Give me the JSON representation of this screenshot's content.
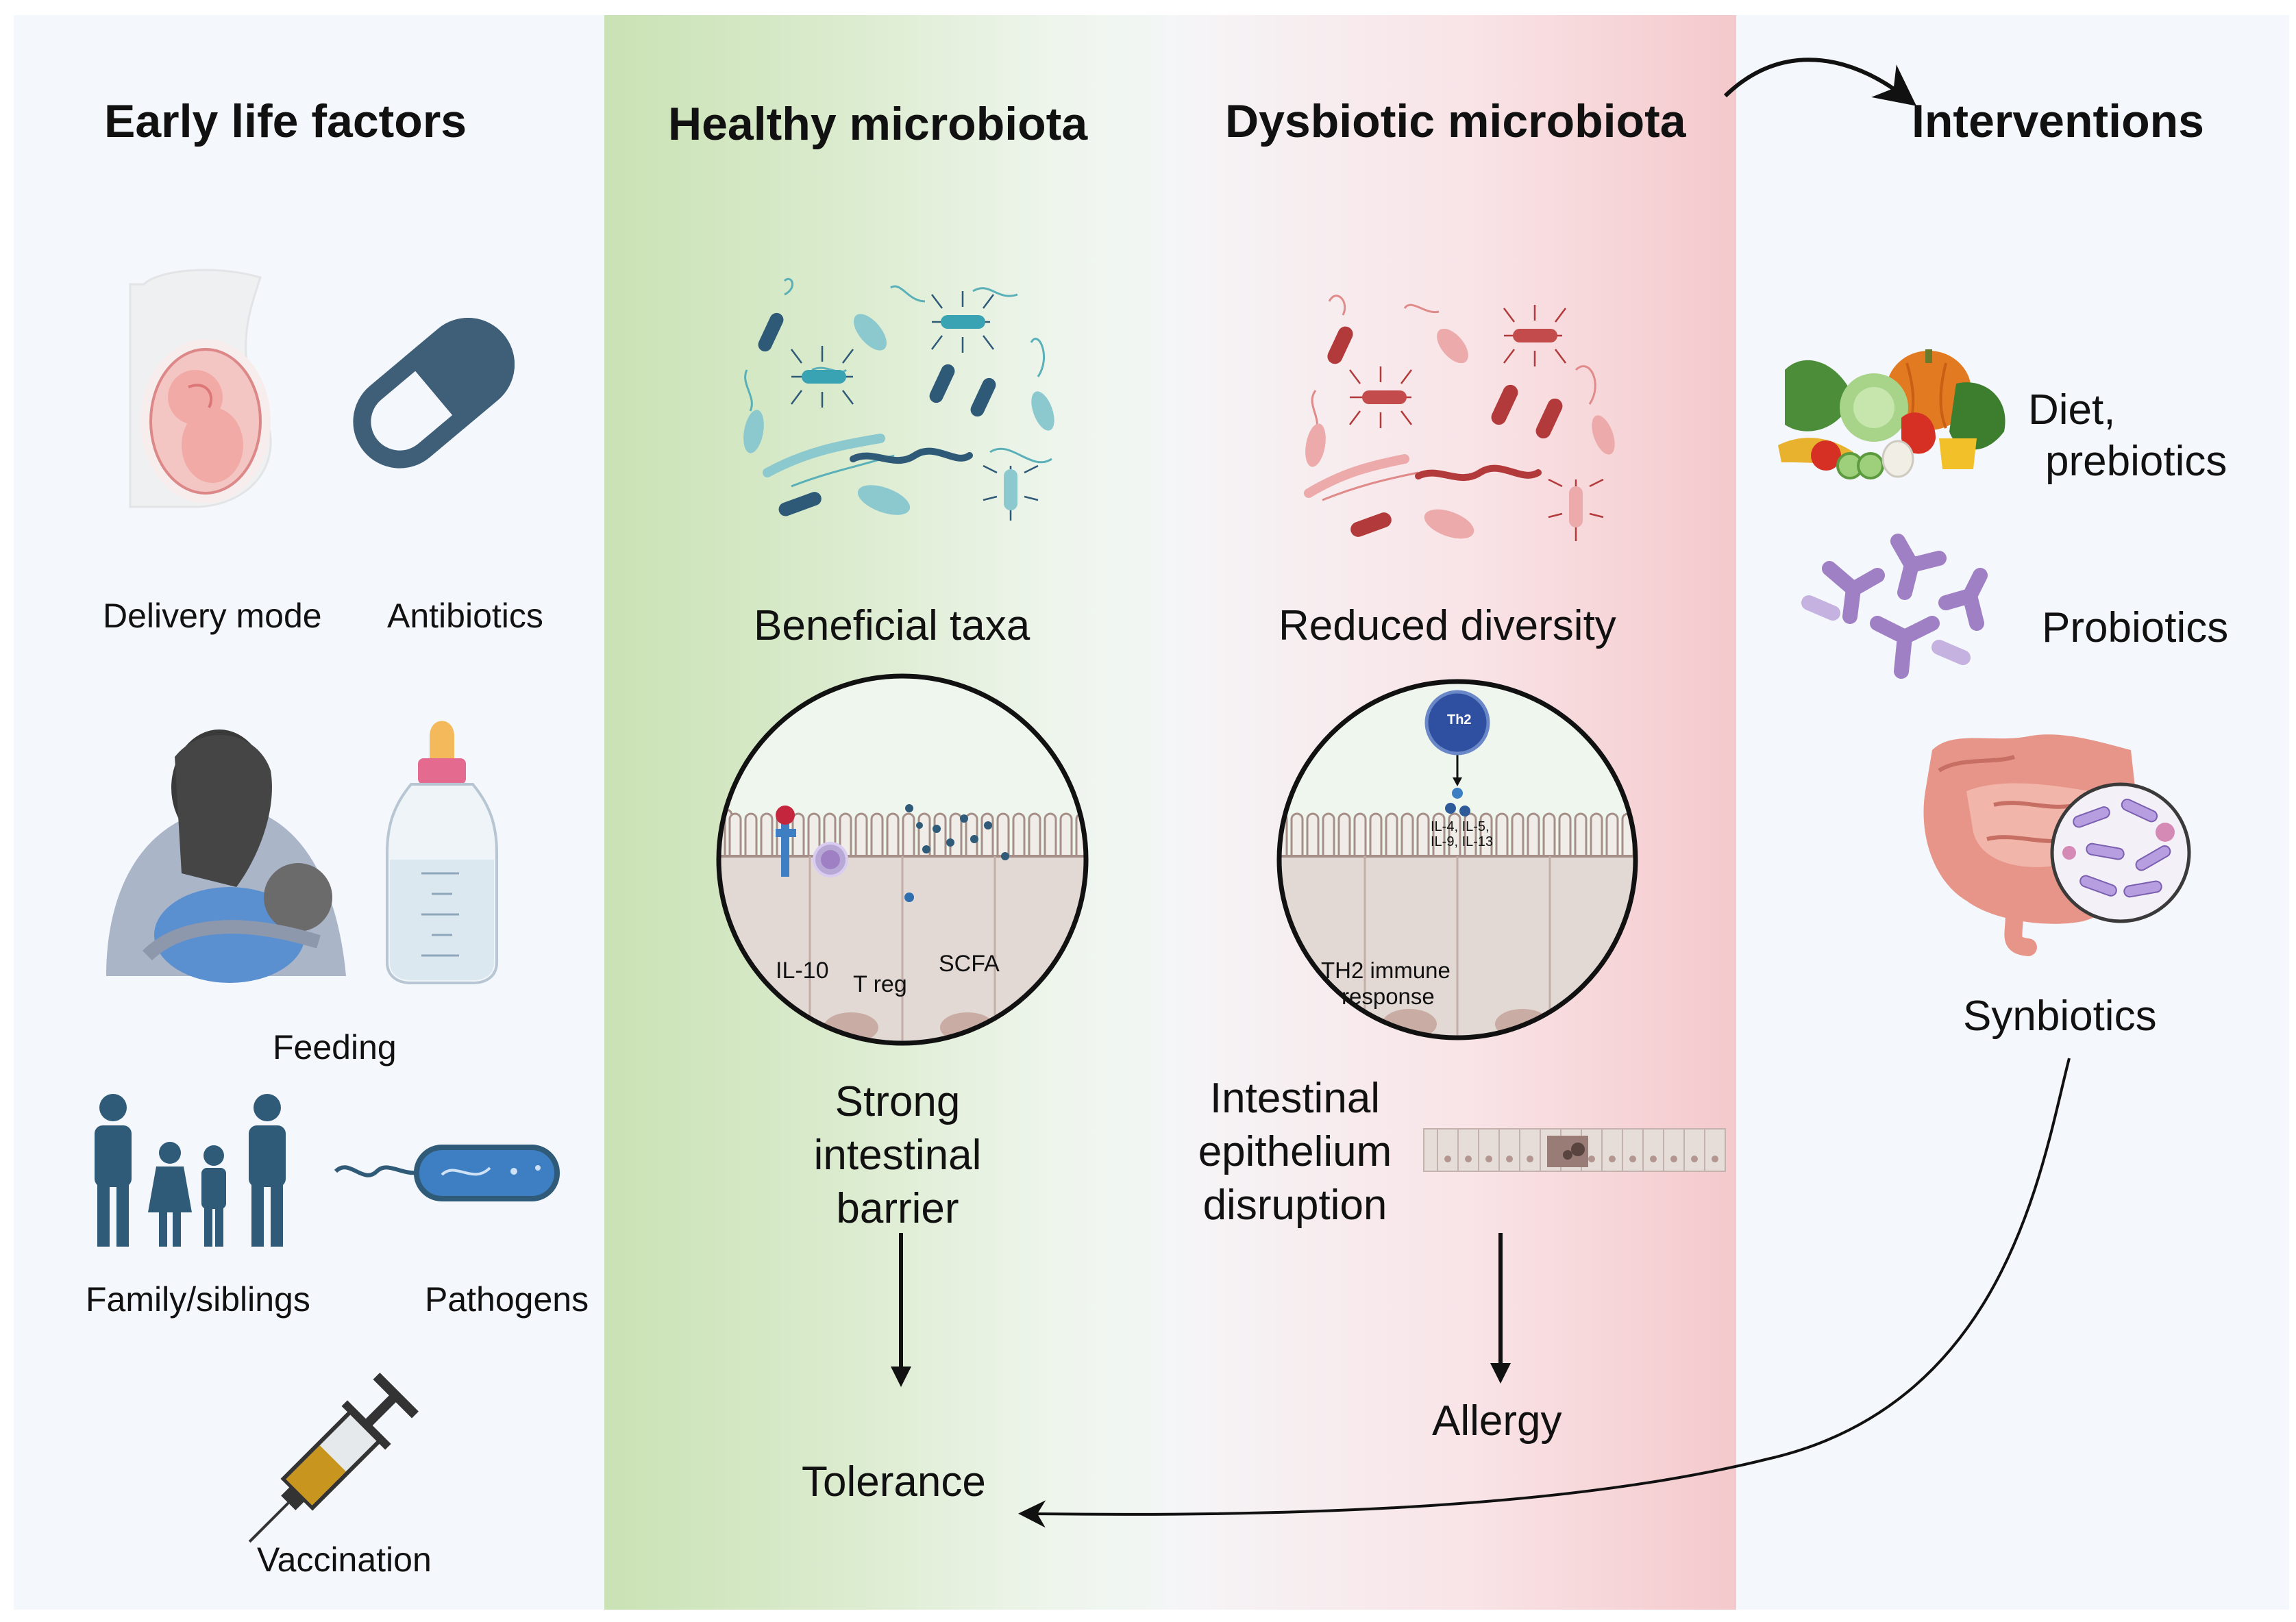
{
  "columns": {
    "early": {
      "title": "Early life factors",
      "labels": {
        "delivery": "Delivery mode",
        "antibiotics": "Antibiotics",
        "feeding": "Feeding",
        "family": "Family/siblings",
        "pathogens": "Pathogens",
        "vaccination": "Vaccination"
      }
    },
    "healthy": {
      "title": "Healthy microbiota",
      "taxa_label": "Beneficial taxa",
      "inset": {
        "il10": "IL-10",
        "treg": "T reg",
        "scfa": "SCFA"
      },
      "barrier": [
        "Strong",
        "intestinal",
        "barrier"
      ],
      "outcome": "Tolerance"
    },
    "dysbiotic": {
      "title": "Dysbiotic microbiota",
      "taxa_label": "Reduced diversity",
      "inset": {
        "th2": "Th2",
        "cytokines_1": "IL-4, IL-5,",
        "cytokines_2": "IL-9, IL-13",
        "response_1": "TH2 immune",
        "response_2": "response"
      },
      "barrier": [
        "Intestinal",
        "epithelium",
        "disruption"
      ],
      "outcome": "Allergy"
    },
    "interventions": {
      "title": "Interventions",
      "items": [
        "Diet,",
        "prebiotics",
        "Probiotics",
        "Synbiotics"
      ]
    }
  },
  "colors": {
    "healthy_bacteria": "#5ab0b8",
    "healthy_rods": "#2e5a78",
    "dysbiotic_bacteria": "#e08a8a",
    "dysbiotic_rods": "#b23a3a",
    "probiotics": "#9f80c4",
    "capsule": "#3f5f78",
    "family": "#2f5a78"
  }
}
